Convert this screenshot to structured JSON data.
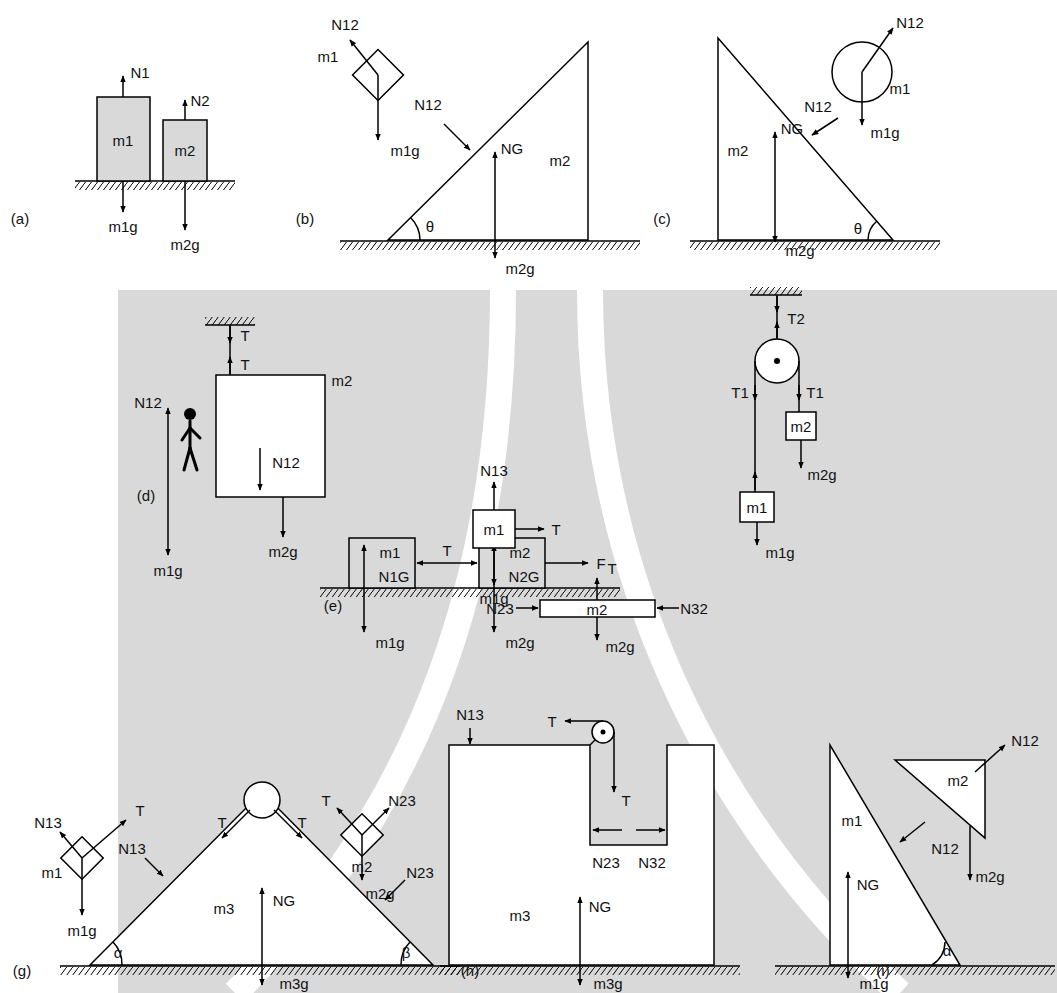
{
  "diagram": {
    "labels": [
      "(a)",
      "N1",
      "m1",
      "N2",
      "m2",
      "m1g",
      "m2g",
      "(b)",
      "N12",
      "m1",
      "m1g",
      "N12",
      "NG",
      "m2",
      "θ",
      "m2g",
      "(c)",
      "N12",
      "m1",
      "m1g",
      "N12",
      "NG",
      "m2",
      "θ",
      "m2g",
      "(d)",
      "T",
      "T",
      "m2",
      "N12",
      "m2g",
      "N12",
      "m1g",
      "(e)",
      "m1",
      "T",
      "m2",
      "F",
      "N1G",
      "N2G",
      "m1g",
      "m2g",
      "T2",
      "T1",
      "T1",
      "m2",
      "m1",
      "m2g",
      "m1g",
      "(g)",
      "N13",
      "T",
      "m1",
      "m1g",
      "N13",
      "T",
      "T",
      "N23",
      "m3",
      "NG",
      "m3g",
      "α",
      "β",
      "T",
      "N23",
      "m2",
      "m2g",
      "(h)",
      "N13",
      "m1",
      "T",
      "m1g",
      "T",
      "N23",
      "m2",
      "N32",
      "m2g",
      "N13",
      "T",
      "T",
      "N23",
      "N32",
      "m3",
      "NG",
      "m3g",
      "(i)",
      "m1",
      "NG",
      "m1g",
      "N12",
      "m2",
      "N12",
      "m2g",
      "α"
    ]
  }
}
